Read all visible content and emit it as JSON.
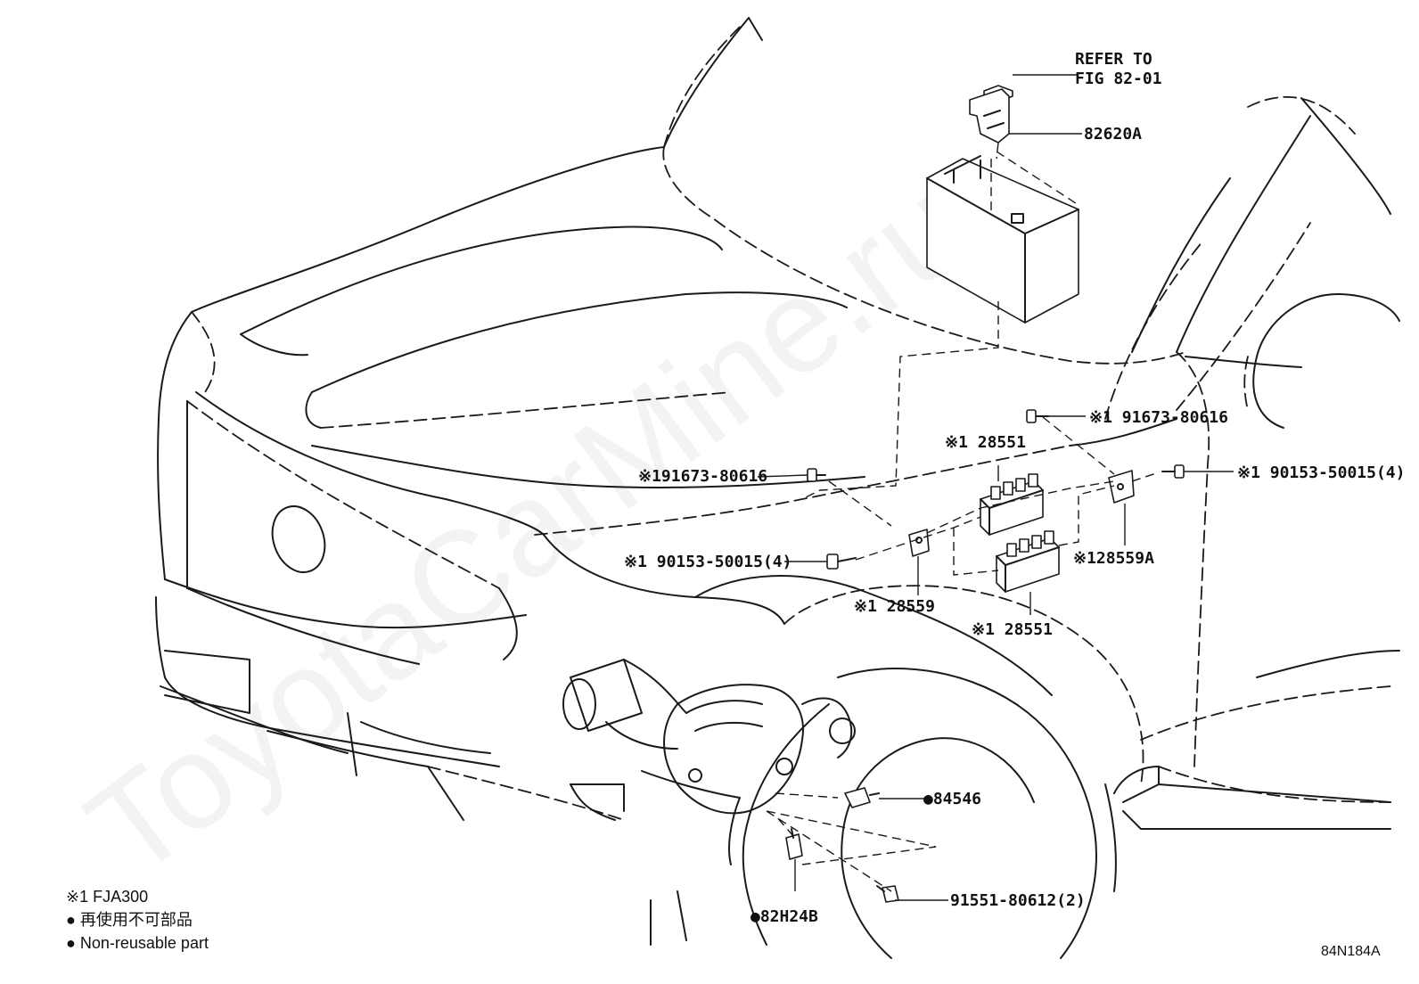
{
  "labels": {
    "refer_line1": "REFER TO",
    "refer_line2": "FIG 82-01",
    "p82620A": "82620A",
    "p28551_top": "※1 28551",
    "p91673_right": "※1 91673-80616",
    "p91673_left": "※191673-80616",
    "p90153_right": "※1 90153-50015(4)",
    "p90153_left": "※1 90153-50015(4)",
    "p28559A": "※128559A",
    "p28559": "※1 28559",
    "p28551_bottom": "※1 28551",
    "p84546": "●84546",
    "p91551": "91551-80612(2)",
    "p82H24B": "●82H24B"
  },
  "legend": {
    "note1": "※1 FJA300",
    "note2": "● 再使用不可部品",
    "note3": "● Non-reusable part"
  },
  "figure_code": "84N184A",
  "watermark": "ToyotaCarMine.ru"
}
